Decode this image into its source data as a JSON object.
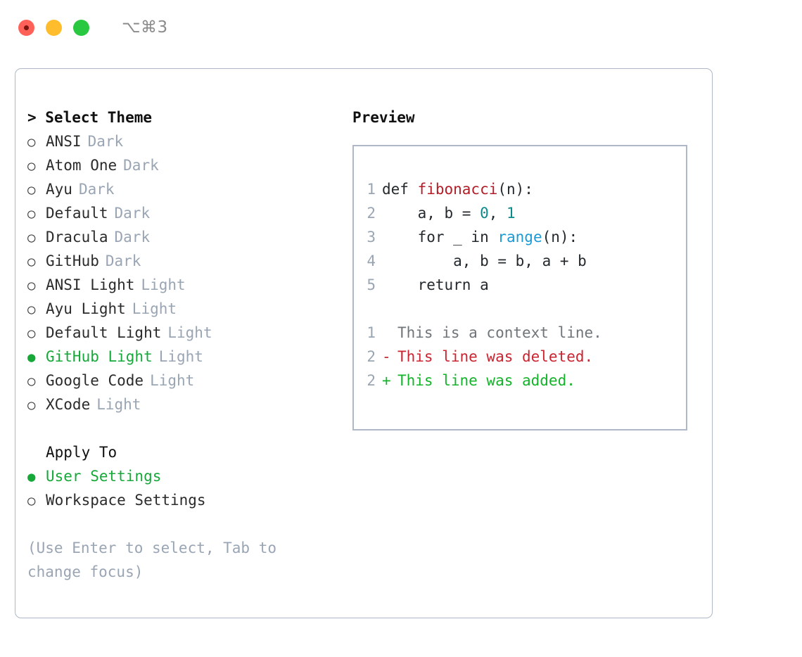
{
  "window": {
    "shortcut": "⌥⌘3",
    "traffic_lights": [
      {
        "name": "close-button",
        "color": "#ff6159"
      },
      {
        "name": "minimize-button",
        "color": "#ffbd2e"
      },
      {
        "name": "maximize-button",
        "color": "#28c840"
      }
    ]
  },
  "theme_picker": {
    "heading": "> Select Theme",
    "selected_indicator": "●",
    "unselected_indicator": "○",
    "accent_color": "#17a83a",
    "muted_color": "#9aa5b4",
    "items": [
      {
        "name": "ANSI",
        "kind": "Dark",
        "selected": false
      },
      {
        "name": "Atom One",
        "kind": "Dark",
        "selected": false
      },
      {
        "name": "Ayu",
        "kind": "Dark",
        "selected": false
      },
      {
        "name": "Default",
        "kind": "Dark",
        "selected": false
      },
      {
        "name": "Dracula",
        "kind": "Dark",
        "selected": false
      },
      {
        "name": "GitHub",
        "kind": "Dark",
        "selected": false
      },
      {
        "name": "ANSI Light",
        "kind": "Light",
        "selected": false
      },
      {
        "name": "Ayu Light",
        "kind": "Light",
        "selected": false
      },
      {
        "name": "Default Light",
        "kind": "Light",
        "selected": false
      },
      {
        "name": "GitHub Light",
        "kind": "Light",
        "selected": true
      },
      {
        "name": "Google Code",
        "kind": "Light",
        "selected": false
      },
      {
        "name": "XCode",
        "kind": "Light",
        "selected": false
      }
    ]
  },
  "apply_to": {
    "heading": "Apply To",
    "items": [
      {
        "name": "User Settings",
        "selected": true
      },
      {
        "name": "Workspace Settings",
        "selected": false
      }
    ]
  },
  "hint": "(Use Enter to select, Tab to change focus)",
  "preview": {
    "heading": "Preview",
    "code_lines": [
      {
        "num": "1",
        "tokens": [
          {
            "text": "def ",
            "type": "plain"
          },
          {
            "text": "fibonacci",
            "type": "fn"
          },
          {
            "text": "(n):",
            "type": "plain"
          }
        ]
      },
      {
        "num": "2",
        "tokens": [
          {
            "text": "    a, b = ",
            "type": "plain"
          },
          {
            "text": "0",
            "type": "num"
          },
          {
            "text": ", ",
            "type": "plain"
          },
          {
            "text": "1",
            "type": "num"
          }
        ]
      },
      {
        "num": "3",
        "tokens": [
          {
            "text": "    for _ in ",
            "type": "plain"
          },
          {
            "text": "range",
            "type": "kw2"
          },
          {
            "text": "(n):",
            "type": "plain"
          }
        ]
      },
      {
        "num": "4",
        "tokens": [
          {
            "text": "        a, b = b, a + b",
            "type": "plain"
          }
        ]
      },
      {
        "num": "5",
        "tokens": [
          {
            "text": "    return a",
            "type": "plain"
          }
        ]
      }
    ],
    "diff_lines": [
      {
        "num": "1",
        "sign": " ",
        "text": "This is a context line.",
        "type": "ctx"
      },
      {
        "num": "2",
        "sign": "-",
        "text": "This line was deleted.",
        "type": "del"
      },
      {
        "num": "2",
        "sign": "+",
        "text": "This line was added.",
        "type": "add"
      }
    ],
    "syntax_colors": {
      "plain": "#24292e",
      "function": "#b31d28",
      "number": "#0c8a8a",
      "builtin": "#1c9ad6",
      "line_number": "#9aa5b4",
      "diff_context": "#70757a",
      "diff_deleted": "#cb2431",
      "diff_added": "#14b32a"
    }
  }
}
